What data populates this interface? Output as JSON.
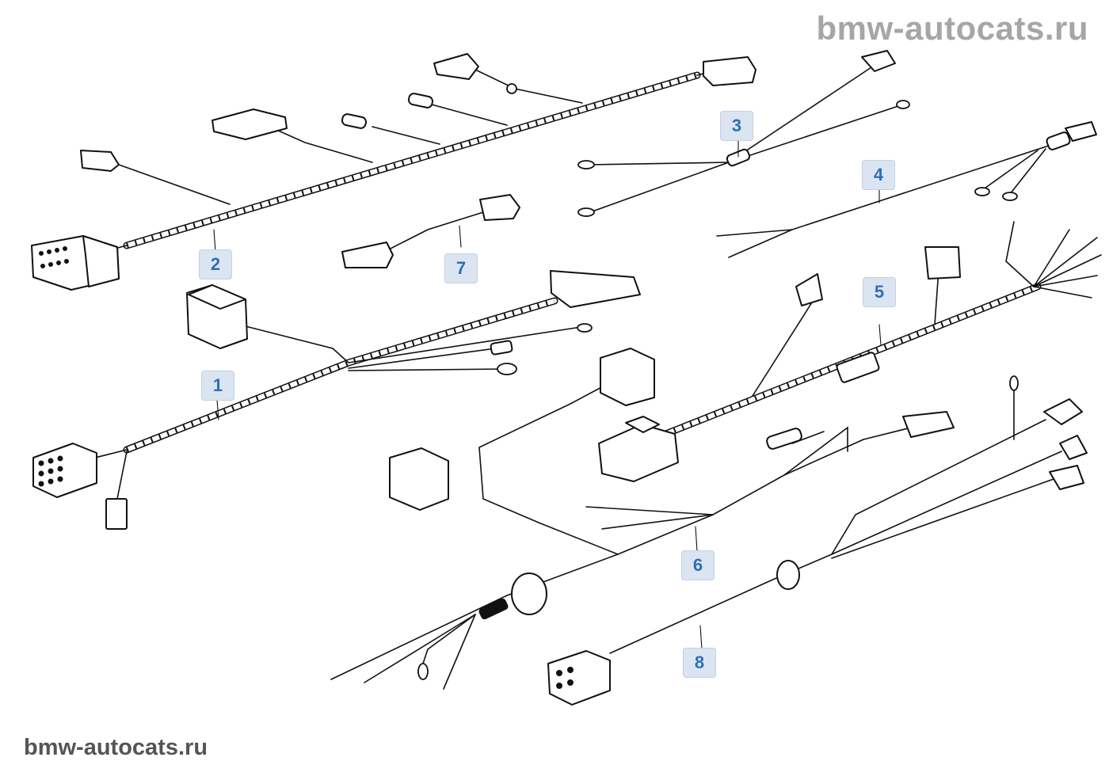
{
  "watermark": {
    "top": "bmw-autocats.ru",
    "bottom": "bmw-autocats.ru"
  },
  "colors": {
    "callout_bg": "#dbe5f1",
    "callout_text": "#2e6fb7",
    "watermark_top": "#a6a6a6",
    "watermark_bottom": "#555555",
    "line": "#111111"
  },
  "callouts": [
    {
      "id": "1",
      "label": "1"
    },
    {
      "id": "2",
      "label": "2"
    },
    {
      "id": "3",
      "label": "3"
    },
    {
      "id": "4",
      "label": "4"
    },
    {
      "id": "5",
      "label": "5"
    },
    {
      "id": "6",
      "label": "6"
    },
    {
      "id": "7",
      "label": "7"
    },
    {
      "id": "8",
      "label": "8"
    }
  ]
}
